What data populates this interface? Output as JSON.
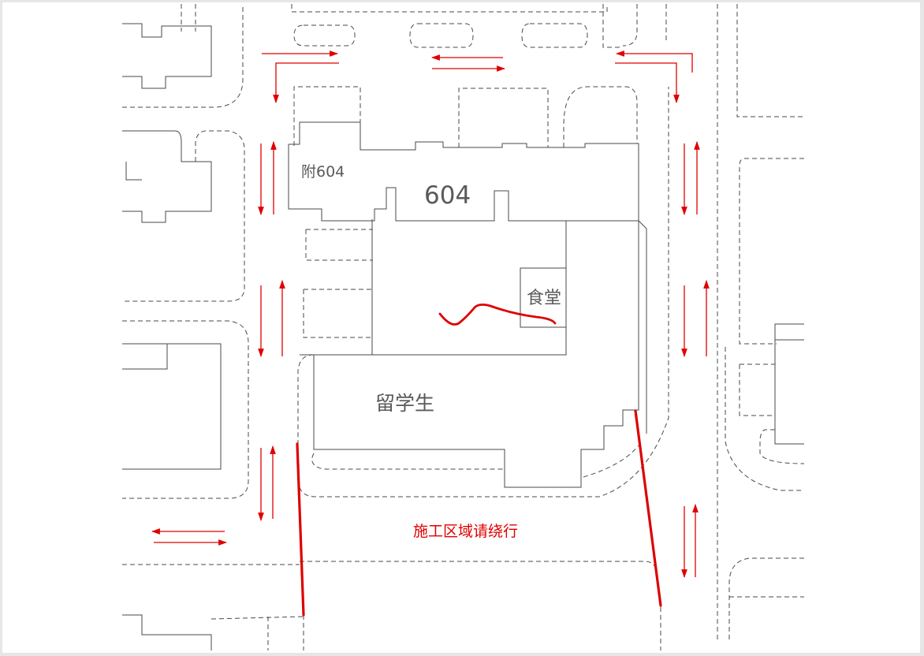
{
  "labels": {
    "annex_604": "附604",
    "building_604": "604",
    "canteen": "食堂",
    "intl_students": "留学生",
    "notice": "施工区域请绕行"
  },
  "colors": {
    "background": "#ffffff",
    "lines": "#4a4a4a",
    "arrows": "#e00000",
    "construction_barrier": "#dd0000"
  },
  "icons": [
    "arrow-icon",
    "construction-barrier"
  ]
}
